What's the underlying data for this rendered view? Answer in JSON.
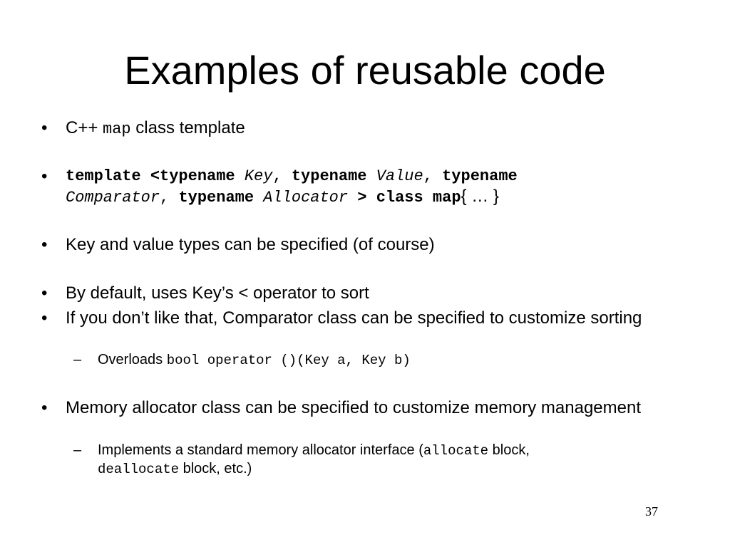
{
  "slide": {
    "title": "Examples of reusable code",
    "page_number": "37"
  },
  "bullets": {
    "b1": {
      "a": "C++ ",
      "code": "map",
      "b": " class template"
    },
    "b2": {
      "kw_template": "template <typename ",
      "key": "Key",
      "comma1": ", ",
      "kw_typename1": "typename ",
      "value": "Value",
      "comma2": ", ",
      "kw_typename2": "typename",
      "comparator": "Comparator",
      "comma3": ", ",
      "kw_typename3": "typename ",
      "allocator": "Allocator",
      "kw_class": " > class map",
      "body": "{ … }"
    },
    "b3": "Key and value types can be specified (of course)",
    "b4": "By default, uses Key’s < operator to sort",
    "b5": "If you don’t like that, Comparator class can be specified to customize sorting",
    "b5_sub": {
      "text": "Overloads ",
      "code": "bool operator ()(Key a, Key b)"
    },
    "b6": "Memory allocator class can be specified to customize memory management",
    "b6_sub": {
      "text1": "Implements a standard memory allocator interface (",
      "code1": "allocate",
      "text2": " block, ",
      "code2": "deallocate",
      "text3": " block, etc.)"
    }
  }
}
